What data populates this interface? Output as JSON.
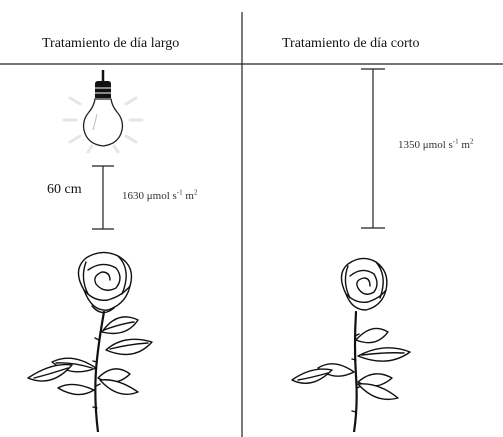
{
  "panels": {
    "left": {
      "title": "Tratamiento de día largo",
      "distance_label": "60 cm",
      "irradiance": {
        "value": "1630",
        "unit": "μmol s",
        "exp1": "-1",
        "mid": " m",
        "exp2": "2"
      }
    },
    "right": {
      "title": "Tratamiento de día corto",
      "irradiance": {
        "value": "1350",
        "unit": "μmol s",
        "exp1": "-1",
        "mid": " m",
        "exp2": "2"
      }
    }
  },
  "icons": {
    "lamp": "light-bulb-icon",
    "plant_left": "rose-icon",
    "plant_right": "rose-icon"
  }
}
